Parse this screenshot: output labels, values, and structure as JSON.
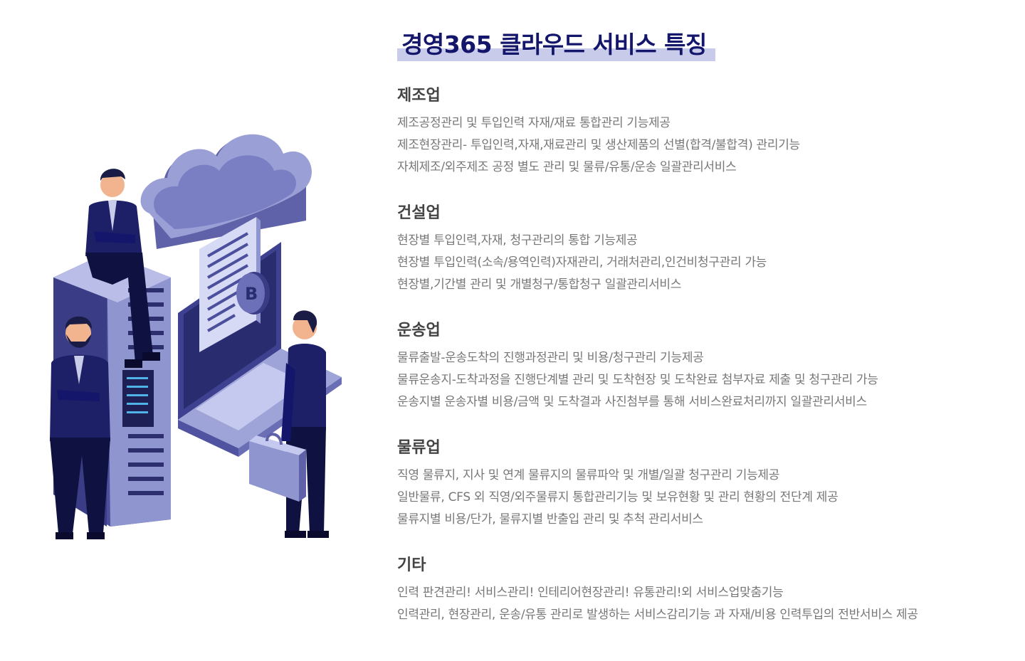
{
  "page": {
    "title": "경영365 클라우드 서비스 특징",
    "accent_color": "#14166b",
    "highlight_color": "#c9cbea"
  },
  "illustration": {
    "icons": [
      "cloud-icon",
      "server-tower",
      "laptop",
      "document",
      "coin-icon",
      "businessman",
      "briefcase"
    ]
  },
  "sections": [
    {
      "title": "제조업",
      "items": [
        "제조공정관리 및 투입인력 자재/재료 통합관리 기능제공",
        "제조현장관리- 투입인력,자재,재료관리 및 생산제품의 선별(합격/불합격) 관리기능",
        "자체제조/외주제조 공정 별도 관리 및 물류/유통/운송 일괄관리서비스"
      ]
    },
    {
      "title": "건설업",
      "items": [
        "현장별 투입인력,자재, 청구관리의 통합 기능제공",
        "현장별 투입인력(소속/용역인력)자재관리, 거래처관리,인건비청구관리 가능",
        "현장별,기간별 관리 및 개별청구/통합청구 일괄관리서비스"
      ]
    },
    {
      "title": "운송업",
      "items": [
        "물류출발-운송도착의 진행과정관리 및 비용/청구관리 기능제공",
        "물류운송지-도착과정을 진행단계별 관리 및 도착현장 및 도착완료 첨부자료 제출 및 청구관리 가능",
        "운송지별 운송자별 비용/금액 및 도착결과 사진첨부를 통해 서비스완료처리까지 일괄관리서비스"
      ]
    },
    {
      "title": "물류업",
      "items": [
        "직영 물류지, 지사 및 연계 물류지의 물류파악 및 개별/일괄 청구관리 기능제공",
        "일반물류, CFS 외 직영/외주물류지 통합관리기능 및 보유현황 및 관리 현황의 전단계 제공",
        "물류지별 비용/단가, 물류지별 반출입 관리 및 추척 관리서비스"
      ]
    },
    {
      "title": "기타",
      "items": [
        "인력 판견관리! 서비스관리! 인테리어현장관리! 유통관리!외 서비스업맞춤기능",
        "인력관리, 현장관리, 운송/유통 관리로 발생하는 서비스감리기능 과 자재/비용 인력투입의 전반서비스 제공"
      ]
    }
  ]
}
